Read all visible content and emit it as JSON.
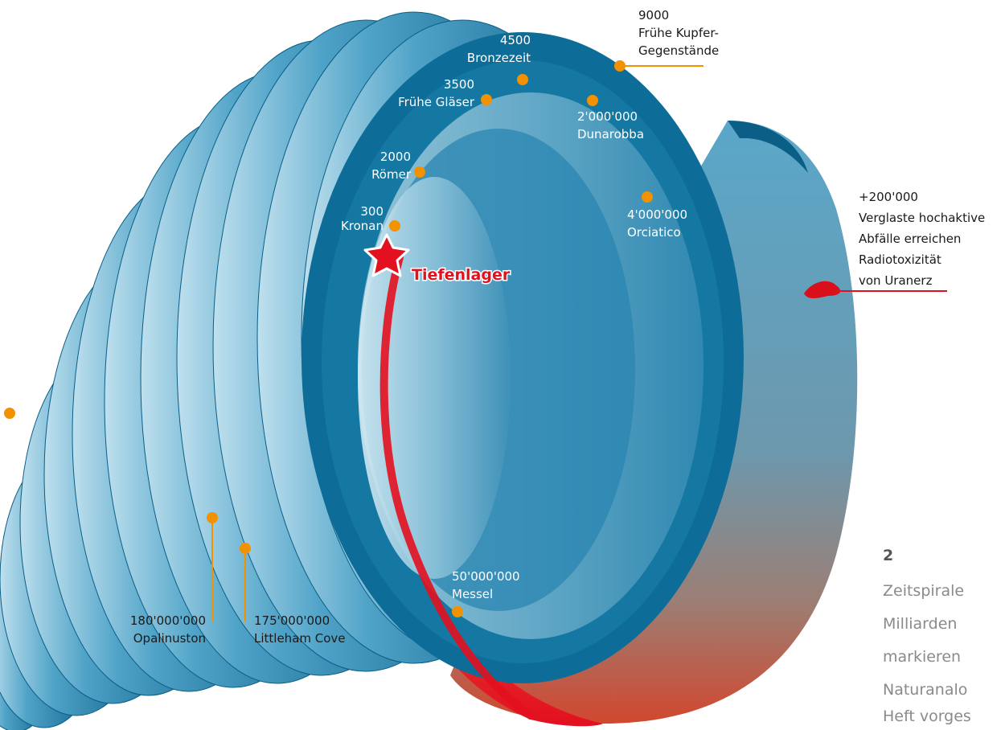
{
  "colors": {
    "blue_dark": "#0b5e86",
    "blue_mid": "#1a86b0",
    "blue_light": "#bfe0ee",
    "marker": "#f39200",
    "red": "#e3101f",
    "caption": "#8a8a8a"
  },
  "markers": [
    {
      "id": "m9000",
      "lines": [
        "9000",
        "Frühe Kupfer-",
        "Gegenstände"
      ]
    },
    {
      "id": "m4500",
      "lines": [
        "4500",
        "Bronzezeit"
      ]
    },
    {
      "id": "m3500",
      "lines": [
        "3500",
        "Frühe Gläser"
      ]
    },
    {
      "id": "m2mio",
      "lines": [
        "2'000'000",
        "Dunarobba"
      ]
    },
    {
      "id": "m2000",
      "lines": [
        "2000",
        "Römer"
      ]
    },
    {
      "id": "m4mio",
      "lines": [
        "4'000'000",
        "Orciatico"
      ]
    },
    {
      "id": "m300",
      "lines": [
        "300",
        "Kronan"
      ]
    },
    {
      "id": "m50mio",
      "lines": [
        "50'000'000",
        "Messel"
      ]
    },
    {
      "id": "m180mio",
      "lines": [
        "180'000'000",
        "Opalinuston"
      ]
    },
    {
      "id": "m175mio",
      "lines": [
        "175'000'000",
        "Littleham Cove"
      ]
    }
  ],
  "future": {
    "lines": [
      "+200'000",
      "Verglaste hochaktive",
      "Abfälle erreichen",
      "Radiotoxizität",
      "von Uranerz"
    ]
  },
  "repository_label": "Tiefenlager",
  "caption": {
    "number": "2",
    "lines": [
      "Zeitspirale",
      "Milliarden",
      "markieren",
      "Naturanalo",
      "Heft vorges"
    ]
  }
}
